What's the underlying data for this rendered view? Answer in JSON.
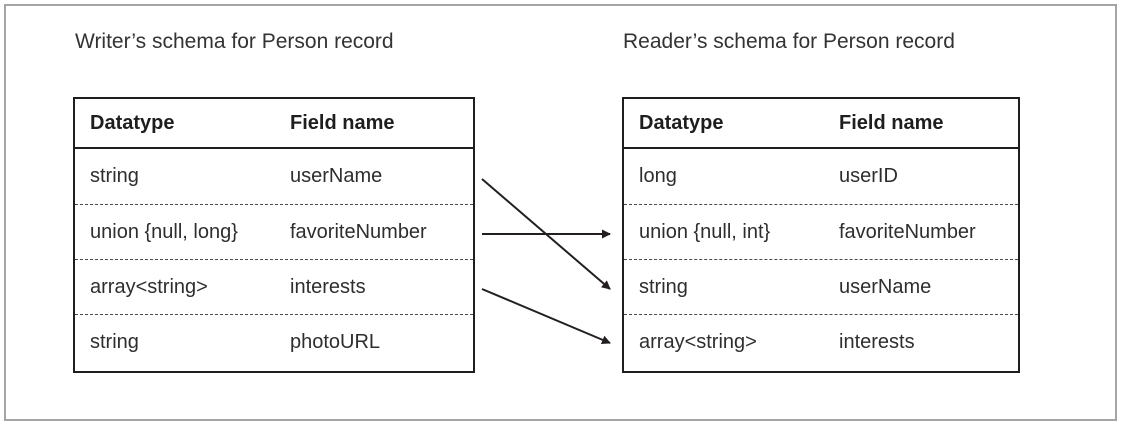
{
  "writer": {
    "title": "Writer’s schema for Person record",
    "columns": {
      "datatype": "Datatype",
      "field_name": "Field name"
    },
    "rows": [
      {
        "datatype": "string",
        "field": "userName"
      },
      {
        "datatype": "union {null, long}",
        "field": "favoriteNumber"
      },
      {
        "datatype": "array<string>",
        "field": "interests"
      },
      {
        "datatype": "string",
        "field": "photoURL"
      }
    ]
  },
  "reader": {
    "title": "Reader’s schema for Person record",
    "columns": {
      "datatype": "Datatype",
      "field_name": "Field name"
    },
    "rows": [
      {
        "datatype": "long",
        "field": "userID"
      },
      {
        "datatype": "union {null, int}",
        "field": "favoriteNumber"
      },
      {
        "datatype": "string",
        "field": "userName"
      },
      {
        "datatype": "array<string>",
        "field": "interests"
      }
    ]
  },
  "mappings": [
    {
      "from": "userName",
      "to": "userName"
    },
    {
      "from": "favoriteNumber",
      "to": "favoriteNumber"
    },
    {
      "from": "interests",
      "to": "interests"
    }
  ],
  "unmapped_writer_fields": [
    "photoURL"
  ],
  "colors": {
    "table_border": "#1e1e1e",
    "frame_border": "#a5a5a5",
    "text": "#2e2e2e",
    "arrow": "#231f20",
    "background": "#ffffff"
  }
}
